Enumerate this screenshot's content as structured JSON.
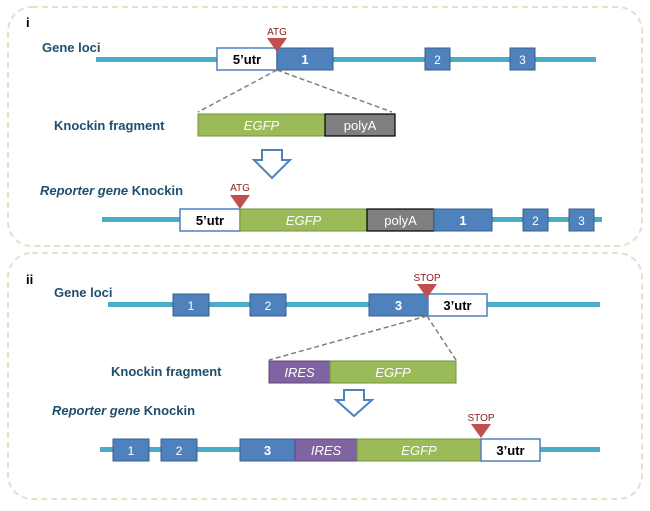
{
  "panels": [
    {
      "id": "i",
      "gene_loci_label": "Gene loci",
      "knockin_fragment_label": "Knockin fragment",
      "reporter_label_italic": "Reporter gene",
      "reporter_label_rest": " Knockin",
      "marker_top": "ATG",
      "marker_bottom": "ATG",
      "top_boxes": [
        "5’utr",
        "1",
        "2",
        "3"
      ],
      "fragment_boxes": [
        "EGFP",
        "polyA"
      ],
      "bottom_boxes": [
        "5’utr",
        "EGFP",
        "polyA",
        "1",
        "2",
        "3"
      ]
    },
    {
      "id": "ii",
      "gene_loci_label": "Gene loci",
      "knockin_fragment_label": "Knockin fragment",
      "reporter_label_italic": "Reporter gene",
      "reporter_label_rest": " Knockin",
      "marker_top": "STOP",
      "marker_bottom": "STOP",
      "top_boxes": [
        "1",
        "2",
        "3",
        "3’utr"
      ],
      "fragment_boxes": [
        "IRES",
        "EGFP"
      ],
      "bottom_boxes": [
        "1",
        "2",
        "3",
        "IRES",
        "EGFP",
        "3’utr"
      ]
    }
  ],
  "colors": {
    "line": "#4bacc6",
    "exon": "#4f81bd",
    "egfp": "#9bbb59",
    "polyA": "#7f7f7f",
    "ires": "#8064a2",
    "marker": "#c0504d",
    "panel_border": "#e6e0c8"
  }
}
